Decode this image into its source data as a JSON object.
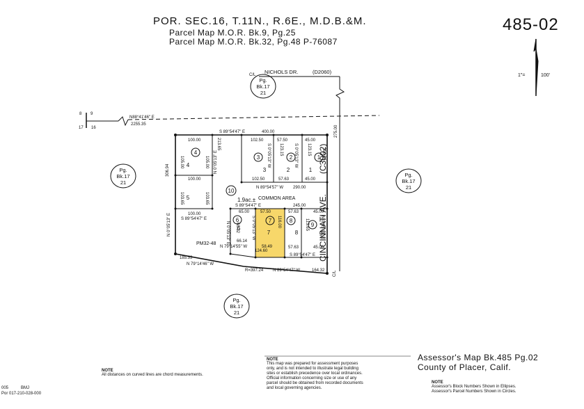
{
  "header": {
    "title": "POR. SEC.16, T.11N., R.6E., M.D.B.&M.",
    "ref1": "Parcel Map M.O.R. Bk.9, Pg.25",
    "ref2": "Parcel Map M.O.R. Bk.32, Pg.48 P-76087",
    "map_number": "485-02"
  },
  "scale": {
    "left": "1\"=",
    "right": "100'"
  },
  "streets": {
    "north": "NICHOLS DR.",
    "north_code": "(D2060)",
    "north_cl": "C/L",
    "east": "CINCINNATI AVE.",
    "east_code": "(C3002)",
    "east_cl": "C/L"
  },
  "section_corner": {
    "tl": "8",
    "tr": "9",
    "bl": "17",
    "br": "16"
  },
  "page_refs": [
    {
      "pg": "Pg.",
      "bk": "Bk.17",
      "num": "21"
    },
    {
      "pg": "Pg.",
      "bk": "Bk.17",
      "num": "21"
    },
    {
      "pg": "Pg.",
      "bk": "Bk.17",
      "num": "21"
    },
    {
      "pg": "Pg.",
      "bk": "Bk.17",
      "num": "21"
    }
  ],
  "bearings": {
    "top_line": "N88°41'46\" E",
    "top_line_dist": "2255.35",
    "top_boundary": "S 89°54'47\" E",
    "top_boundary_dist": "400.00",
    "east_dist": "275.00",
    "mid_line": "N 89°54'57\" W",
    "mid_line_dist": "290.00",
    "common_line": "S 89°54'47\" E",
    "common_line_dist": "245.00",
    "lot5_line": "S 89°54'47\" E",
    "bottom_line": "S 89°54'47\" E",
    "south_line": "N 79°14'55\" W",
    "south_line_dist": "124.60",
    "south_outer": "N 79°14'46\" W",
    "south_outer_dist": "185.53",
    "south_curve": "R=397.24",
    "south_right": "N 89°54'47\" W",
    "south_right_dist": "164.32",
    "west_bearing": "N 0°05'13\" E",
    "west_dist": "306.94",
    "east_bearing": "N 0°05'13\" E",
    "east_lot_dist": "306.94",
    "mid_bearing": "N 0°05'13\" E",
    "lot3_bearing": "S 0°05'13\" W",
    "lot1_bearing": "S 0°05'13\" W",
    "lot7_bearing": "S 0°05'13\" W"
  },
  "lot_dims": {
    "lot4_top": "100.00",
    "lot4_left": "105.00",
    "lot4_right": "105.00",
    "lot4_split": "100.00",
    "lot4_tr": "213.65",
    "lot5_left": "103.65",
    "lot5_right": "103.65",
    "lot5_bottom": "100.00",
    "lot3_top": "102.50",
    "lot3_bottom": "102.50",
    "lot2_top": "57.50",
    "lot2_bottom": "57.63",
    "lot1_top": "45.00",
    "lot1_bottom": "45.00",
    "lot2_side": "123.15",
    "lot1_side": "123.15",
    "lot6_top": "65.00",
    "lot6_side": "68.32",
    "lot6_bottom": "66.14",
    "lot7_top": "57.50",
    "lot7_bottom": "58.49",
    "lot7_side": "116.00",
    "lot8_top": "57.63",
    "lot8_bottom": "57.63",
    "lot9_top": "45.00",
    "lot9_bottom": "45.00",
    "lot9_side": "113.65"
  },
  "parcels": {
    "p1": "1",
    "p2": "2",
    "p3": "3",
    "p4": "4",
    "p5": "5",
    "p6": "6",
    "p7": "7",
    "p8": "8",
    "p9": "9",
    "p10": "10"
  },
  "labels": {
    "common_area": "COMMON AREA",
    "area": "1.9ac.±",
    "pm": "PM32-48"
  },
  "notes": {
    "left_head": "NOTE",
    "left_text": "All distances on curved lines are chord measurements.",
    "center_head": "NOTE",
    "center_lines": [
      "This map was prepared for assessment purposes",
      "only, and is not intended to illustrate legal building",
      "sites or establish precedence over local ordinances.",
      "Official information concerning size or use of any",
      "parcel should be obtained from recorded documents",
      "and local governing agencies."
    ],
    "right_head": "NOTE",
    "right_lines": [
      "Assessor's Block Numbers Shown in Ellipses.",
      "Assessor's Parcel Numbers Shown in Circles."
    ]
  },
  "assessor": {
    "line1": "Assessor's Map Bk.485 Pg.02",
    "line2": "County of Placer, Calif."
  },
  "footer": {
    "code": "005",
    "initials": "BMJ",
    "por": "Por 017-210-028-000"
  },
  "colors": {
    "highlight": "#f7d76a",
    "ink": "#111111"
  }
}
